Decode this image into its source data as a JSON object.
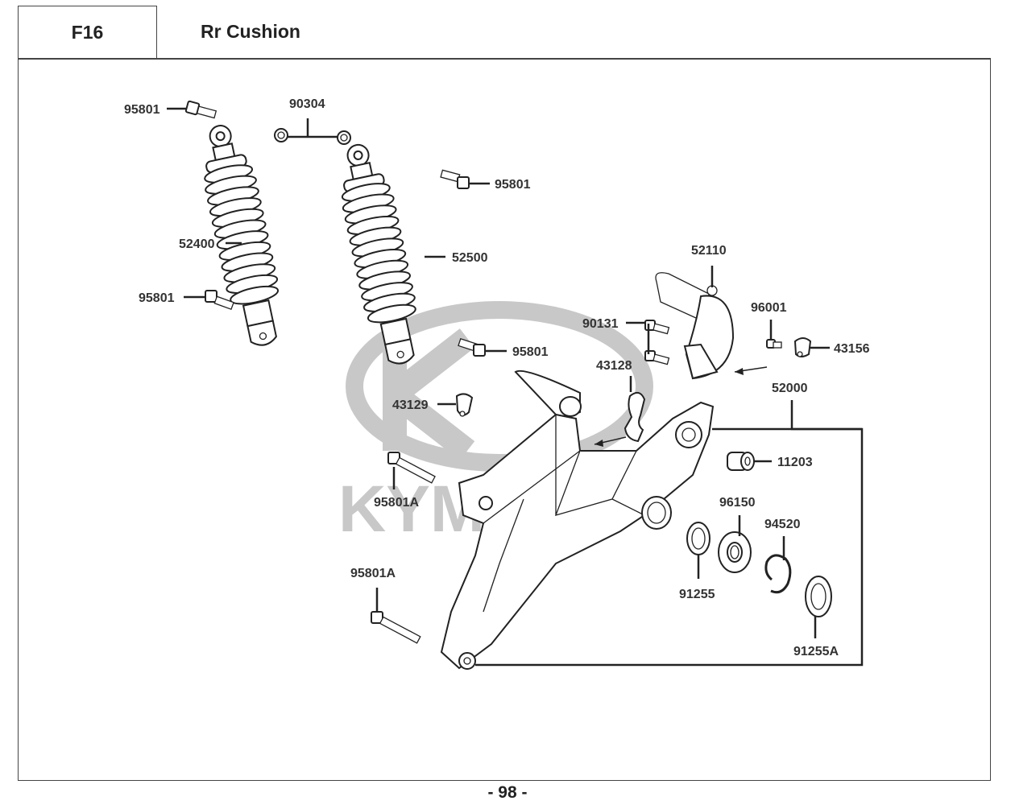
{
  "header": {
    "section_code": "F16",
    "title": "Rr Cushion"
  },
  "watermark": {
    "brand": "KYMCO"
  },
  "page_number": "- 98 -",
  "callouts": {
    "bolt_95801_top": "95801",
    "collar_90304": "90304",
    "bolt_95801_right": "95801",
    "shock_52400": "52400",
    "shock_52500": "52500",
    "bolt_95801_left_low": "95801",
    "bolt_95801_mid": "95801",
    "guard_52110": "52110",
    "bolt_90131": "90131",
    "bolt_96001": "96001",
    "clamp_43156": "43156",
    "clamp_43128": "43128",
    "clamp_43129": "43129",
    "swingarm_52000": "52000",
    "bush_11203": "11203",
    "bolt_95801A_upper": "95801A",
    "bearing_96150": "96150",
    "circlip_94520": "94520",
    "seal_91255": "91255",
    "bolt_95801A_lower": "95801A",
    "seal_91255A": "91255A"
  }
}
